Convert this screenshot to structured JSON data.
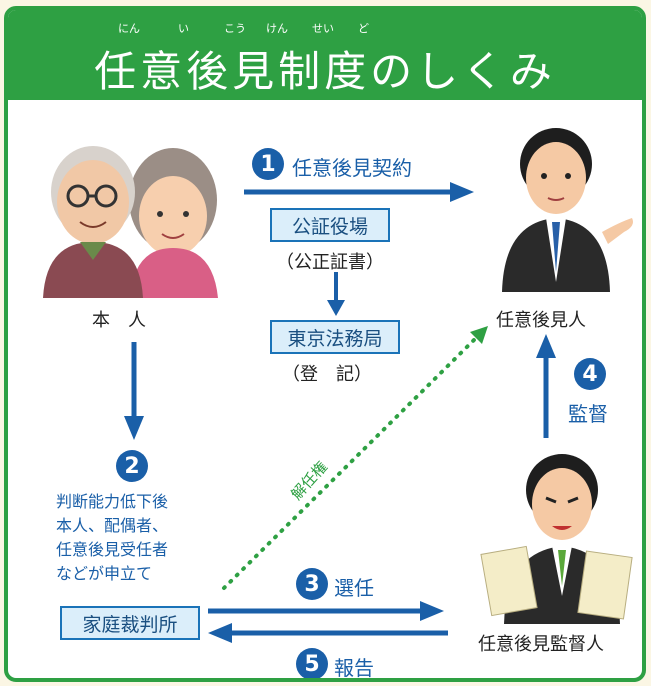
{
  "header": {
    "ruby": [
      "にん",
      "い",
      "こう",
      "けん",
      "せい",
      "ど"
    ],
    "title": "任意後見制度のしくみ"
  },
  "nodes": {
    "principal": "本　人",
    "guardian": "任意後見人",
    "supervisor": "任意後見監督人",
    "notary_office": "公証役場",
    "notary_deed": "（公正証書）",
    "legal_bureau": "東京法務局",
    "registration": "（登　記）",
    "family_court": "家庭裁判所"
  },
  "steps": [
    {
      "number": "1",
      "label": "任意後見契約"
    },
    {
      "number": "2",
      "label": ""
    },
    {
      "number": "3",
      "label": "選任"
    },
    {
      "number": "4",
      "label": "監督"
    },
    {
      "number": "5",
      "label": "報告"
    }
  ],
  "step2_note": [
    "判断能力低下後",
    "本人、配偶者、",
    "任意後見受任者",
    "などが申立て"
  ],
  "dismissal_label": "解任権",
  "colors": {
    "green": "#2ea043",
    "blue": "#1a5fa8",
    "box_fill": "#dbeefa"
  }
}
